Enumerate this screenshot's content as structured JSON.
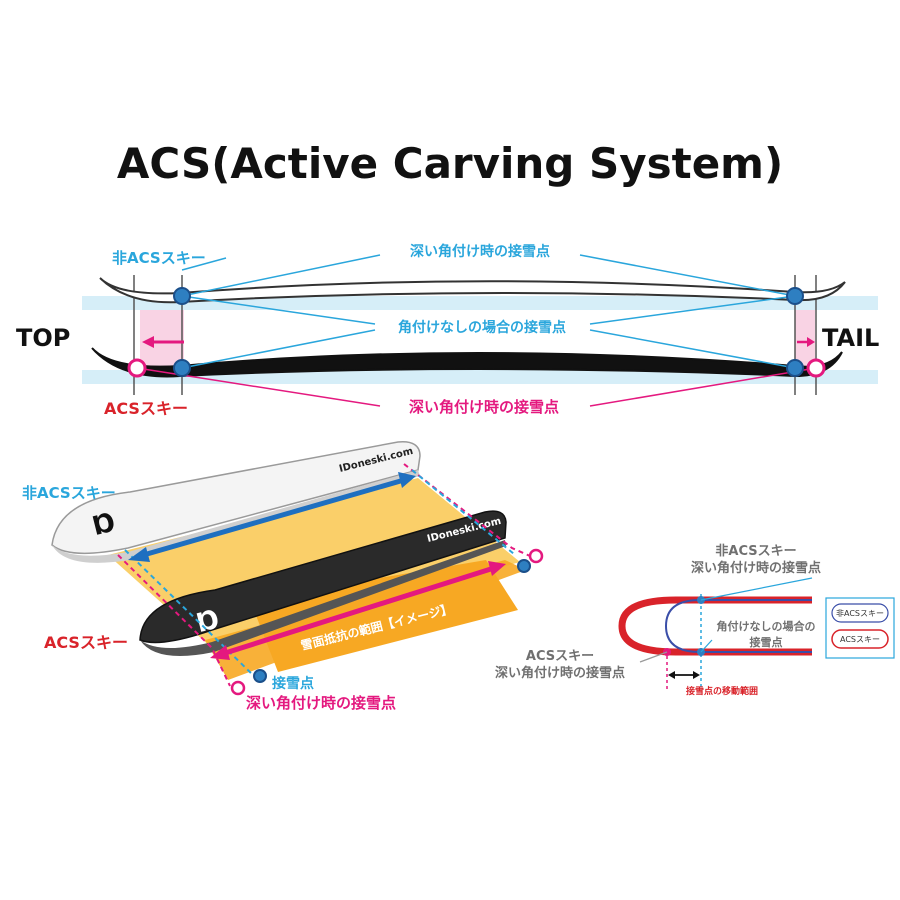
{
  "title": "ACS(Active Carving System)",
  "colors": {
    "blue": "#2aa6dc",
    "pink": "#e4197f",
    "red": "#d9232a",
    "orange": "#f7a823",
    "light_blue_band": "#d6eef8"
  },
  "top_diagram": {
    "label_top": "TOP",
    "label_tail": "TAIL",
    "non_acs_ski": "非ACSスキー",
    "acs_ski": "ACSスキー",
    "deep_edge_contact_upper": "深い角付け時の接雪点",
    "no_edge_contact": "角付けなしの場合の接雪点",
    "deep_edge_contact_lower": "深い角付け時の接雪点"
  },
  "perspective_diagram": {
    "non_acs_ski": "非ACSスキー",
    "acs_ski": "ACSスキー",
    "brand_white": "IDoneski.com",
    "brand_black": "IDoneski.com",
    "resistance_range": "雪面抵抗の範囲【イメージ】",
    "contact_point": "接雪点",
    "deep_edge_contact": "深い角付け時の接雪点"
  },
  "detail_diagram": {
    "non_acs_heading_1": "非ACSスキー",
    "non_acs_heading_2": "深い角付け時の接雪点",
    "no_edge_1": "角付けなしの場合の",
    "no_edge_2": "接雪点",
    "acs_heading_1": "ACSスキー",
    "acs_heading_2": "深い角付け時の接雪点",
    "movement_range": "接雪点の移動範囲",
    "legend_non_acs": "非ACSスキー",
    "legend_acs": "ACSスキー"
  }
}
